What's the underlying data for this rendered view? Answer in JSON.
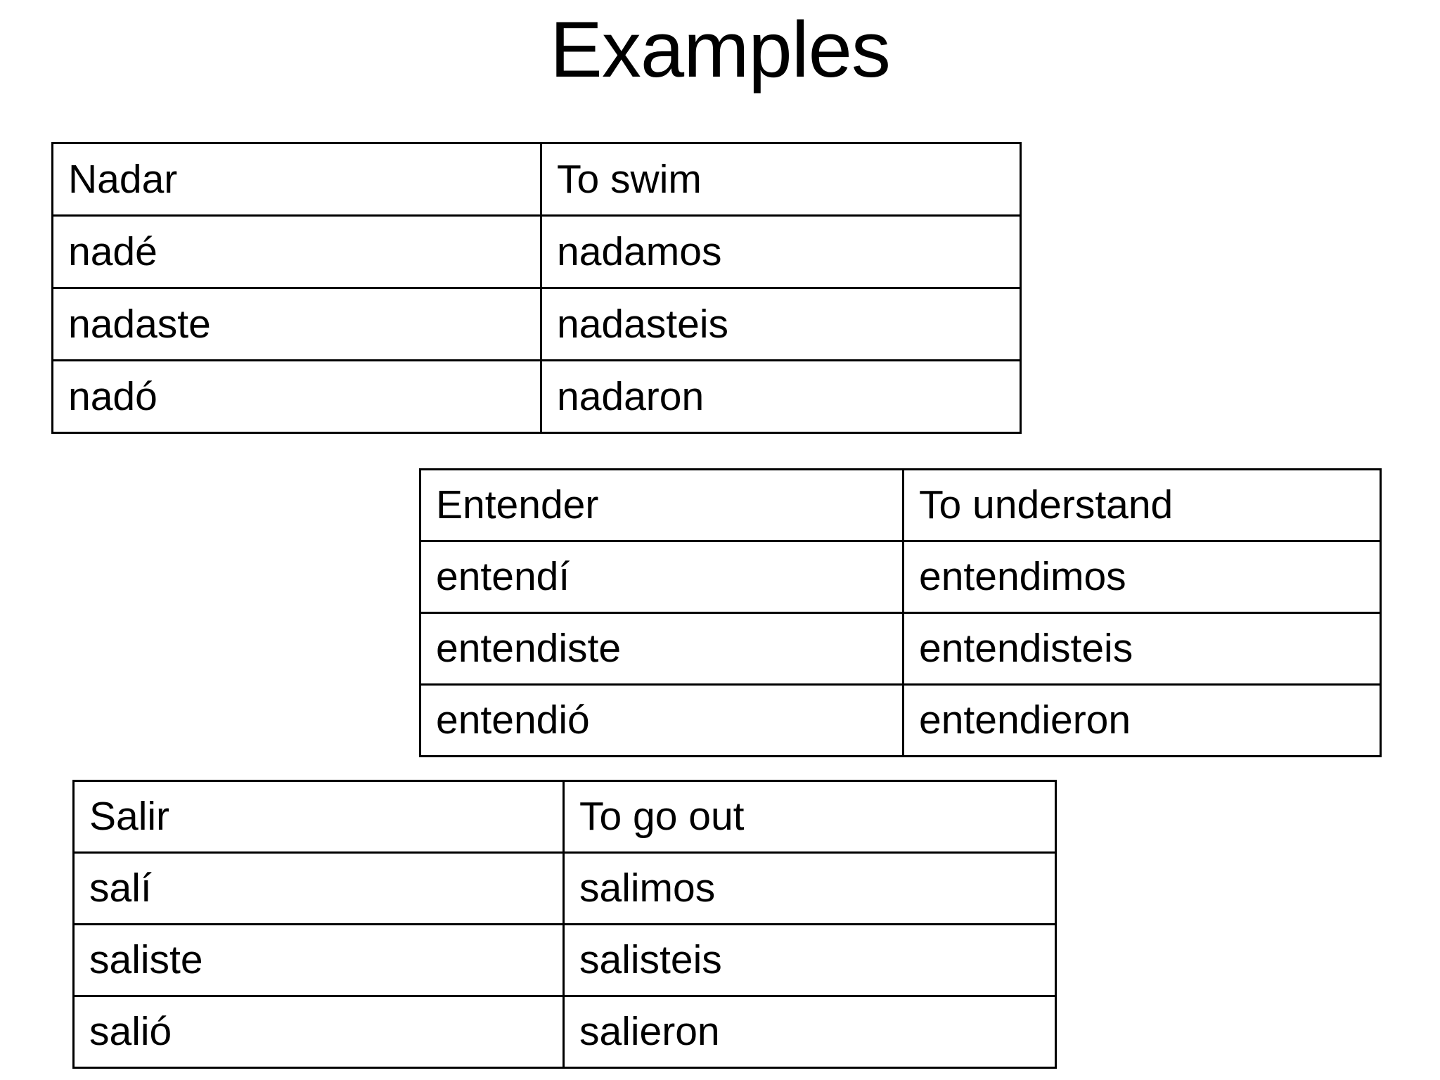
{
  "title": "Examples",
  "colors": {
    "background": "#ffffff",
    "text": "#000000",
    "table_border": "#000000"
  },
  "tables": [
    {
      "id": "nadar",
      "rows": [
        [
          "Nadar",
          "To swim"
        ],
        [
          "nadé",
          "nadamos"
        ],
        [
          "nadaste",
          "nadasteis"
        ],
        [
          "nadó",
          "nadaron"
        ]
      ]
    },
    {
      "id": "entender",
      "rows": [
        [
          "Entender",
          "To understand"
        ],
        [
          "entendí",
          "entendimos"
        ],
        [
          "entendiste",
          "entendisteis"
        ],
        [
          "entendió",
          "entendieron"
        ]
      ]
    },
    {
      "id": "salir",
      "rows": [
        [
          "Salir",
          "To go out"
        ],
        [
          "salí",
          "salimos"
        ],
        [
          "saliste",
          "salisteis"
        ],
        [
          "salió",
          "salieron"
        ]
      ]
    }
  ]
}
